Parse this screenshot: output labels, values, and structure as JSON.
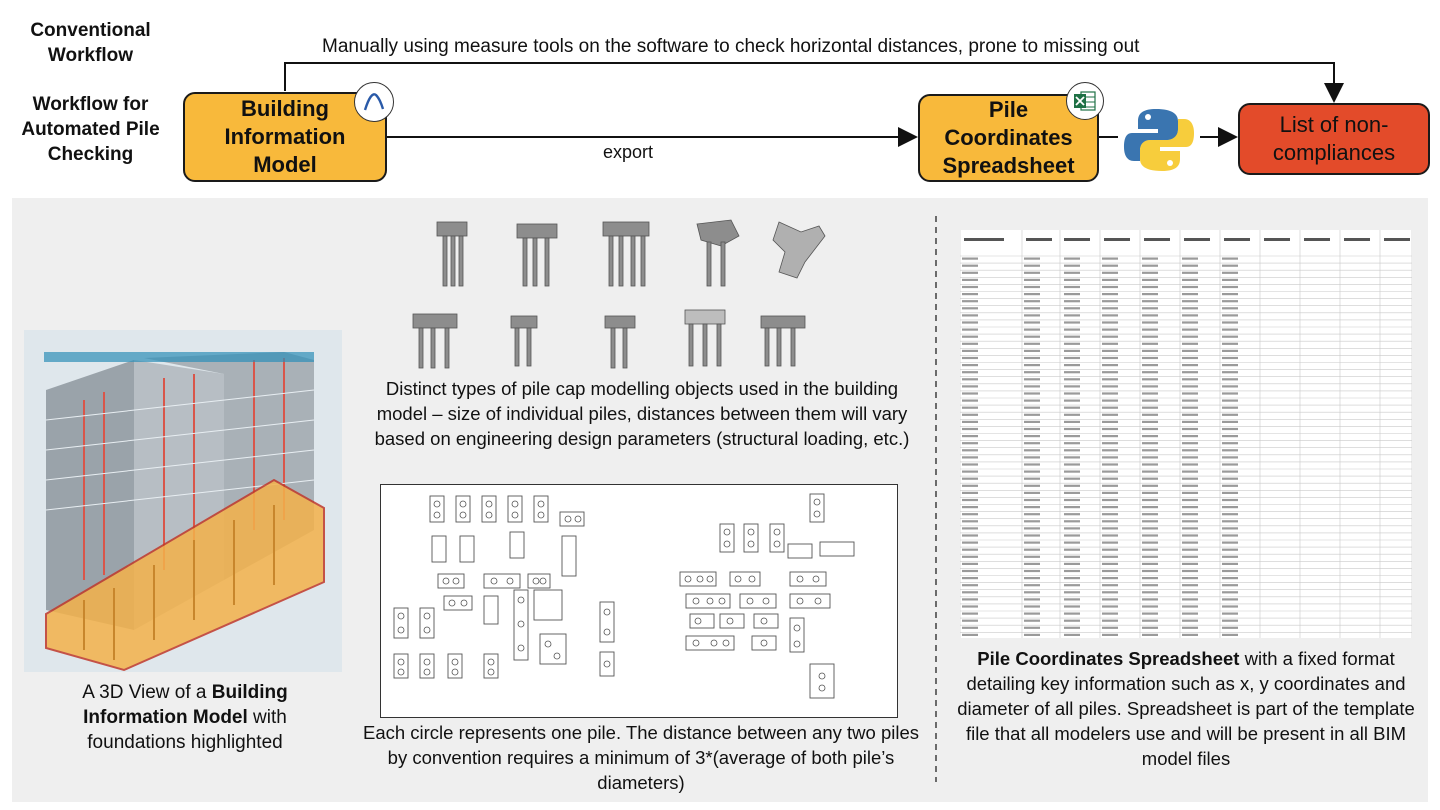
{
  "header": {
    "conventional_label": "Conventional Workflow",
    "automated_label": "Workflow for Automated Pile Checking",
    "conventional_note": "Manually using measure tools on the software to check horizontal distances, prone to missing out",
    "export_label": "export"
  },
  "nodes": {
    "bim": "Building Information Model",
    "spreadsheet": "Pile Coordinates Spreadsheet",
    "output": "List of non-compliances"
  },
  "captions": {
    "bim_view_prefix": "A 3D View of a ",
    "bim_view_bold": "Building Information Model",
    "bim_view_suffix": " with foundations highlighted",
    "pile_types": "Distinct types of pile cap modelling objects used in the building model – size of individual piles, distances between them will vary based on engineering design parameters (structural loading, etc.)",
    "plan": "Each circle represents one pile. The distance between any two piles by convention requires a minimum of 3*(average of both pile’s diameters)",
    "sheet_bold": "Pile Coordinates Spreadsheet",
    "sheet_rest": " with a fixed format detailing key information such as x, y coordinates and diameter of all piles. Spreadsheet is part of the template file that all modelers use and will be present in all BIM model files"
  },
  "colors": {
    "yellow_box": "#f8b93b",
    "red_box": "#e34b2a",
    "panel_bg": "#efefef",
    "foundation_highlight": "#f4b24a"
  },
  "icons": [
    "revit-logo-icon",
    "excel-icon",
    "python-logo-icon"
  ]
}
